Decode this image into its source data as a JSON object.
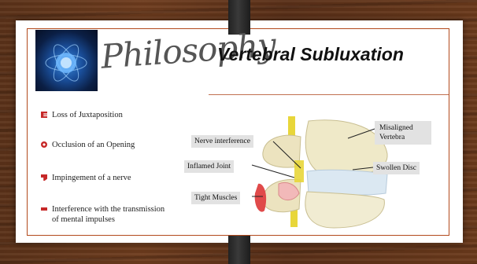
{
  "header": {
    "wordmark": "Philosophy",
    "title": "Vertebral Subluxation"
  },
  "bullets": [
    {
      "icon": "loss-icon",
      "text": "Loss of Juxtaposition"
    },
    {
      "icon": "occlusion-icon",
      "text": "Occlusion of an Opening"
    },
    {
      "icon": "impingement-icon",
      "text": "Impingement of a nerve"
    },
    {
      "icon": "interference-icon",
      "text": "Interference with the transmission of mental impulses"
    }
  ],
  "diagram": {
    "labels": {
      "nerve_interference": "Nerve interference",
      "inflamed_joint": "Inflamed Joint",
      "tight_muscles": "Tight Muscles",
      "misaligned_vertebra": "Misaligned Vertebra",
      "swollen_disc": "Swollen Disc"
    }
  },
  "colors": {
    "accent": "#c62828",
    "rule": "#b24a1c",
    "label_bg": "#e2e2e2"
  }
}
